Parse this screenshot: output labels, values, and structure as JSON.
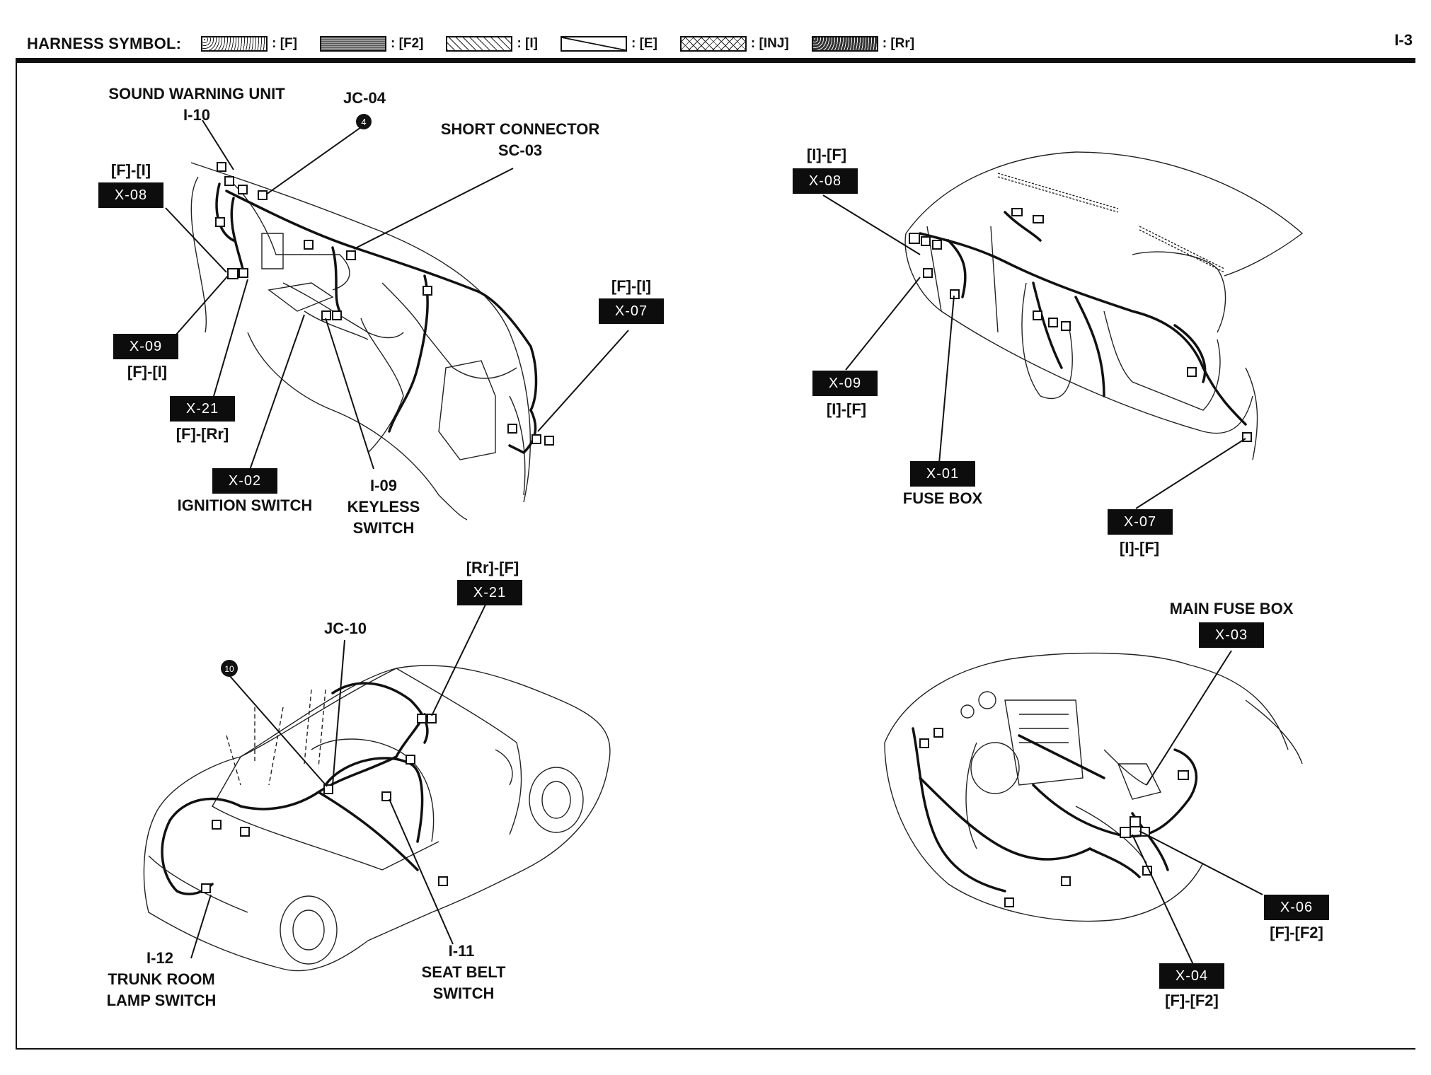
{
  "header": {
    "label": "HARNESS SYMBOL:",
    "page_number": "I-3",
    "symbols": [
      {
        "code": ": [F]",
        "pattern": "fine-dots"
      },
      {
        "code": ": [F2]",
        "pattern": "dense-grey"
      },
      {
        "code": ": [I]",
        "pattern": "diagonal-hatch"
      },
      {
        "code": ": [E]",
        "pattern": "single-diagonal"
      },
      {
        "code": ": [INJ]",
        "pattern": "cross-hatch"
      },
      {
        "code": ": [Rr]",
        "pattern": "dark-dots"
      }
    ]
  },
  "panel_top_left": {
    "sound_warning_unit": {
      "name": "SOUND WARNING UNIT",
      "code": "I-10"
    },
    "jc04": {
      "code": "JC-04",
      "marker": "4"
    },
    "short_connector": {
      "name": "SHORT CONNECTOR",
      "code": "SC-03"
    },
    "x08": {
      "harness": "[F]-[I]",
      "code": "X-08"
    },
    "x09": {
      "harness": "[F]-[I]",
      "code": "X-09"
    },
    "x21": {
      "harness": "[F]-[Rr]",
      "code": "X-21"
    },
    "x02": {
      "code": "X-02",
      "name": "IGNITION SWITCH"
    },
    "keyless": {
      "code": "I-09",
      "name_line1": "KEYLESS",
      "name_line2": "SWITCH"
    },
    "x07": {
      "harness": "[F]-[I]",
      "code": "X-07"
    }
  },
  "panel_top_right": {
    "x08": {
      "harness": "[I]-[F]",
      "code": "X-08"
    },
    "x09": {
      "harness": "[I]-[F]",
      "code": "X-09"
    },
    "x01": {
      "code": "X-01",
      "name": "FUSE BOX"
    },
    "x07": {
      "harness": "[I]-[F]",
      "code": "X-07"
    }
  },
  "panel_bottom_left": {
    "x21": {
      "harness": "[Rr]-[F]",
      "code": "X-21"
    },
    "jc10": {
      "code": "JC-10",
      "marker": "10"
    },
    "trunk": {
      "code": "I-12",
      "name_line1": "TRUNK ROOM",
      "name_line2": "LAMP SWITCH"
    },
    "seat_belt": {
      "code": "I-11",
      "name_line1": "SEAT BELT",
      "name_line2": "SWITCH"
    }
  },
  "panel_bottom_right": {
    "main_fuse_box": {
      "name": "MAIN FUSE BOX",
      "code": "X-03"
    },
    "x06": {
      "code": "X-06",
      "harness": "[F]-[F2]"
    },
    "x04": {
      "code": "X-04",
      "harness": "[F]-[F2]"
    }
  }
}
